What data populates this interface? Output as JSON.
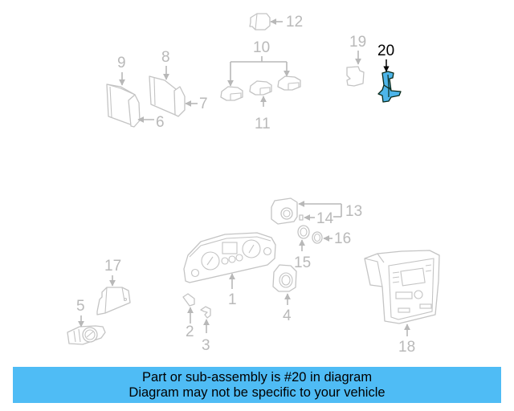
{
  "diagram": {
    "highlighted_part": "20",
    "highlight_color": "#4db5ea",
    "callouts": [
      {
        "id": "c1",
        "label": "1",
        "active": false
      },
      {
        "id": "c2",
        "label": "2",
        "active": false
      },
      {
        "id": "c3",
        "label": "3",
        "active": false
      },
      {
        "id": "c4",
        "label": "4",
        "active": false
      },
      {
        "id": "c5",
        "label": "5",
        "active": false
      },
      {
        "id": "c6",
        "label": "6",
        "active": false
      },
      {
        "id": "c7",
        "label": "7",
        "active": false
      },
      {
        "id": "c8",
        "label": "8",
        "active": false
      },
      {
        "id": "c9",
        "label": "9",
        "active": false
      },
      {
        "id": "c10",
        "label": "10",
        "active": false
      },
      {
        "id": "c11",
        "label": "11",
        "active": false
      },
      {
        "id": "c12",
        "label": "12",
        "active": false
      },
      {
        "id": "c13",
        "label": "13",
        "active": false
      },
      {
        "id": "c14",
        "label": "14",
        "active": false
      },
      {
        "id": "c15",
        "label": "15",
        "active": false
      },
      {
        "id": "c16",
        "label": "16",
        "active": false
      },
      {
        "id": "c17",
        "label": "17",
        "active": false
      },
      {
        "id": "c18",
        "label": "18",
        "active": false
      },
      {
        "id": "c19",
        "label": "19",
        "active": false
      },
      {
        "id": "c20",
        "label": "20",
        "active": true
      }
    ]
  },
  "banner": {
    "line1": "Part or sub-assembly is #20 in diagram",
    "line2": "Diagram may not be specific to your vehicle",
    "background": "#4fbcf5"
  }
}
